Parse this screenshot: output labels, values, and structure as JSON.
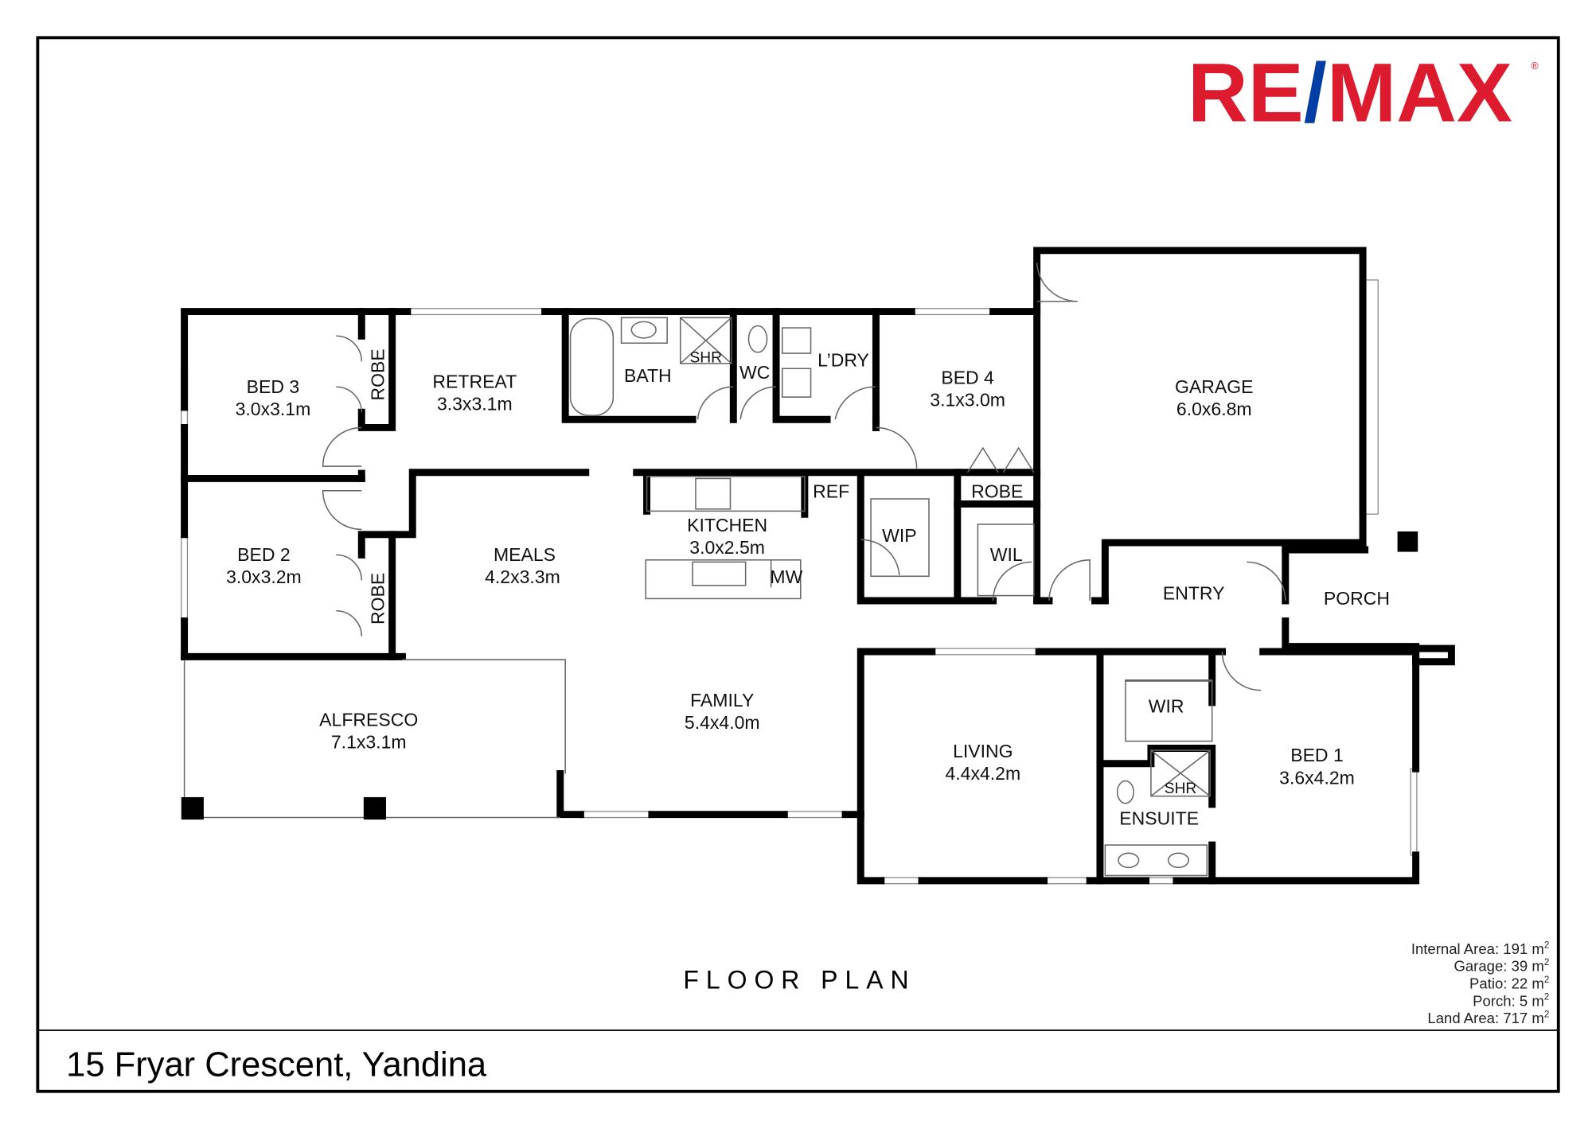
{
  "logo": {
    "text": "RE/MAX",
    "part1": "RE",
    "slash": "/",
    "part2": "MAX",
    "reg": "®",
    "red": "#DC1C2E",
    "blue": "#003DA5"
  },
  "title": "FLOOR PLAN",
  "address": "15 Fryar Crescent, Yandina",
  "areas": [
    {
      "label": "Internal Area: 191 m",
      "sup": "2"
    },
    {
      "label": "Garage: 39 m",
      "sup": "2"
    },
    {
      "label": "Patio: 22 m",
      "sup": "2"
    },
    {
      "label": "Porch: 5 m",
      "sup": "2"
    },
    {
      "label": "Land Area: 717 m",
      "sup": "2"
    }
  ],
  "rooms": {
    "bed3": {
      "name": "BED 3",
      "size": "3.0x3.1m"
    },
    "retreat": {
      "name": "RETREAT",
      "size": "3.3x3.1m"
    },
    "bath": {
      "name": "BATH"
    },
    "shr": {
      "name": "SHR"
    },
    "wc": {
      "name": "WC"
    },
    "ldry": {
      "name": "L’DRY"
    },
    "bed4": {
      "name": "BED 4",
      "size": "3.1x3.0m"
    },
    "garage": {
      "name": "GARAGE",
      "size": "6.0x6.8m"
    },
    "robe": {
      "name": "ROBE"
    },
    "bed2": {
      "name": "BED 2",
      "size": "3.0x3.2m"
    },
    "meals": {
      "name": "MEALS",
      "size": "4.2x3.3m"
    },
    "kitchen": {
      "name": "KITCHEN",
      "size": "3.0x2.5m"
    },
    "ref": {
      "name": "REF"
    },
    "mw": {
      "name": "MW"
    },
    "wip": {
      "name": "WIP"
    },
    "wil": {
      "name": "WIL"
    },
    "entry": {
      "name": "ENTRY"
    },
    "porch": {
      "name": "PORCH"
    },
    "alfresco": {
      "name": "ALFRESCO",
      "size": "7.1x3.1m"
    },
    "family": {
      "name": "FAMILY",
      "size": "5.4x4.0m"
    },
    "living": {
      "name": "LIVING",
      "size": "4.4x4.2m"
    },
    "wir": {
      "name": "WIR"
    },
    "ensuite": {
      "name": "ENSUITE"
    },
    "bed1": {
      "name": "BED 1",
      "size": "3.6x4.2m"
    }
  }
}
